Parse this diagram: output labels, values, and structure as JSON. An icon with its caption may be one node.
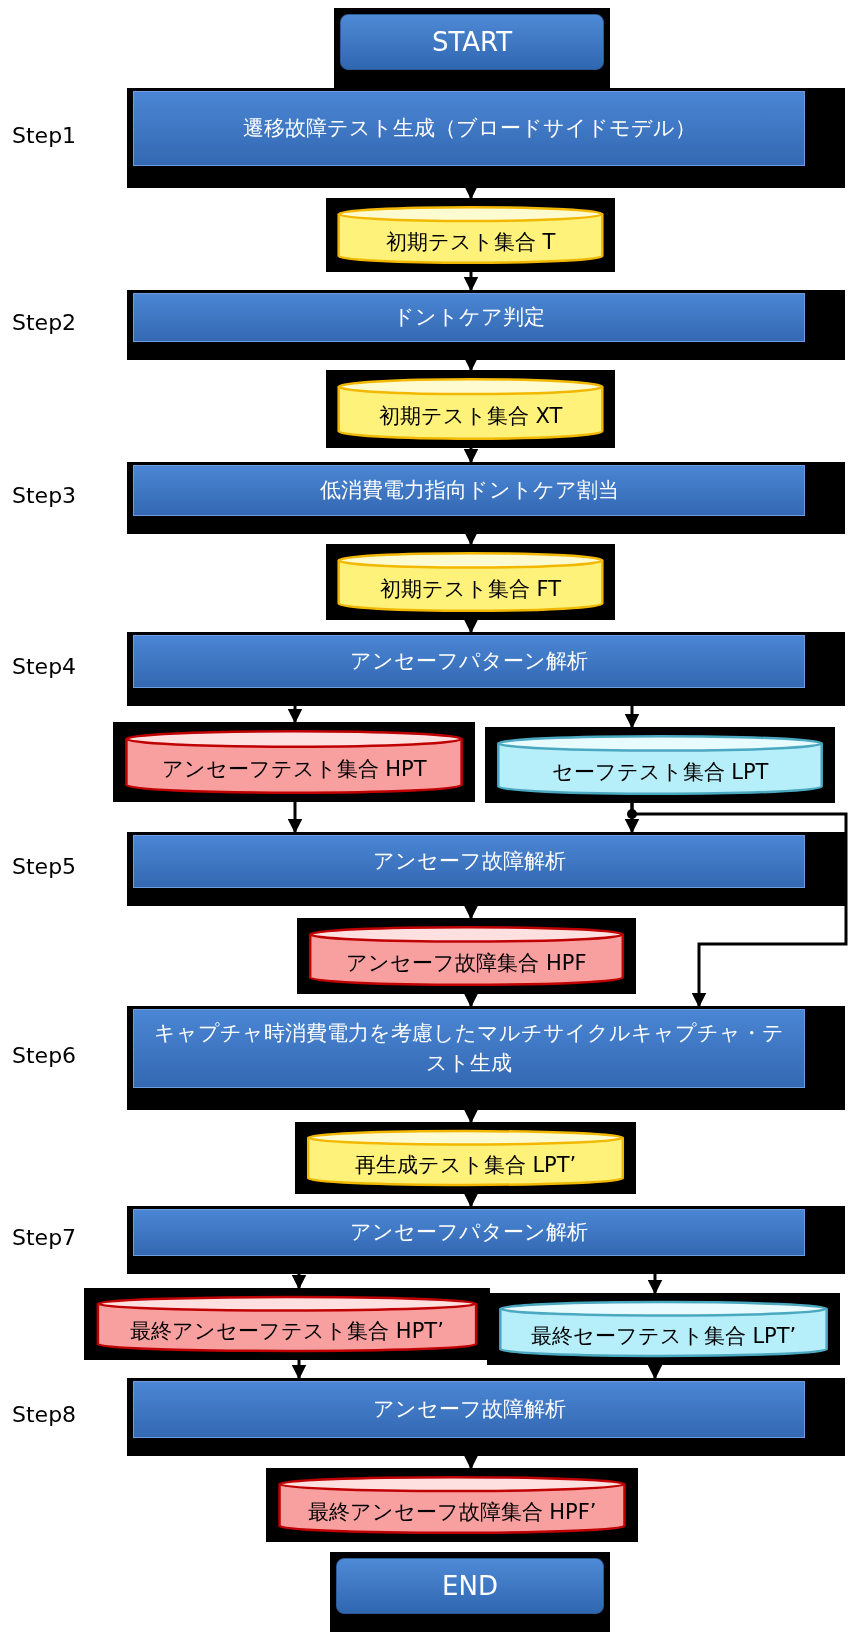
{
  "diagram": {
    "nodes": [
      {
        "text": [
          "START"
        ]
      },
      {
        "text": [
          "遷移故障テスト生成（ブロードサイドモデル）"
        ],
        "beside": [
          "Step1"
        ]
      },
      {
        "text": [
          "初期テスト集合 T"
        ]
      },
      {
        "text": [
          "ドントケア判定"
        ],
        "beside": [
          "Step2"
        ]
      },
      {
        "text": [
          "初期テスト集合 XT"
        ]
      },
      {
        "text": [
          "低消費電力指向ドントケア割当"
        ],
        "beside": [
          "Step3"
        ]
      },
      {
        "text": [
          "初期テスト集合 FT"
        ]
      },
      {
        "text": [
          "アンセーフパターン解析"
        ],
        "beside": [
          "Step4"
        ]
      },
      {
        "text": [
          "アンセーフテスト集合 HPT"
        ]
      },
      {
        "text": [
          "セーフテスト集合 LPT"
        ]
      },
      {
        "text": [
          "アンセーフ故障解析"
        ],
        "beside": [
          "Step5"
        ]
      },
      {
        "text": [
          "アンセーフ故障集合 HPF"
        ]
      },
      {
        "text": [
          "キャプチャ時消費電力を考慮したマルチサイクルキャプチャ・テスト生成"
        ],
        "beside": [
          "Step6"
        ]
      },
      {
        "text": [
          "再生成テスト集合 LPT’"
        ]
      },
      {
        "text": [
          "アンセーフパターン解析"
        ],
        "beside": [
          "Step7"
        ]
      },
      {
        "text": [
          "最終アンセーフテスト集合 HPT’"
        ]
      },
      {
        "text": [
          "最終セーフテスト集合 LPT’"
        ]
      },
      {
        "text": [
          "アンセーフ故障解析"
        ],
        "beside": [
          "Step8"
        ]
      },
      {
        "text": [
          "最終アンセーフ故障集合 HPF’"
        ]
      },
      {
        "text": [
          "END"
        ]
      }
    ],
    "edges": [
      {
        "from": 1,
        "to": 2,
        "arrow": "to"
      },
      {
        "from": 2,
        "to": 3,
        "arrow": "to"
      },
      {
        "from": 3,
        "to": 4,
        "arrow": "to"
      },
      {
        "from": 4,
        "to": 5,
        "arrow": "to"
      },
      {
        "from": 5,
        "to": 6,
        "arrow": "to"
      },
      {
        "from": 6,
        "to": 7,
        "arrow": "to"
      },
      {
        "from": 7,
        "to": 8,
        "arrow": "to"
      },
      {
        "from": 7,
        "to": 9,
        "arrow": "to"
      },
      {
        "from": 8,
        "to": 10,
        "arrow": "to"
      },
      {
        "from": 9,
        "to": 10,
        "arrow": "to"
      },
      {
        "from": 9,
        "to": 12,
        "arrow": "to"
      },
      {
        "from": 10,
        "to": 11,
        "arrow": "to"
      },
      {
        "from": 11,
        "to": 12,
        "arrow": "to"
      },
      {
        "from": 12,
        "to": 13,
        "arrow": "to"
      },
      {
        "from": 13,
        "to": 14,
        "arrow": "to"
      },
      {
        "from": 14,
        "to": 15,
        "arrow": "to"
      },
      {
        "from": 14,
        "to": 16,
        "arrow": "to"
      },
      {
        "from": 15,
        "to": 17,
        "arrow": "to"
      },
      {
        "from": 16,
        "to": 17,
        "arrow": "to"
      },
      {
        "from": 17,
        "to": 18,
        "arrow": "to"
      }
    ]
  }
}
